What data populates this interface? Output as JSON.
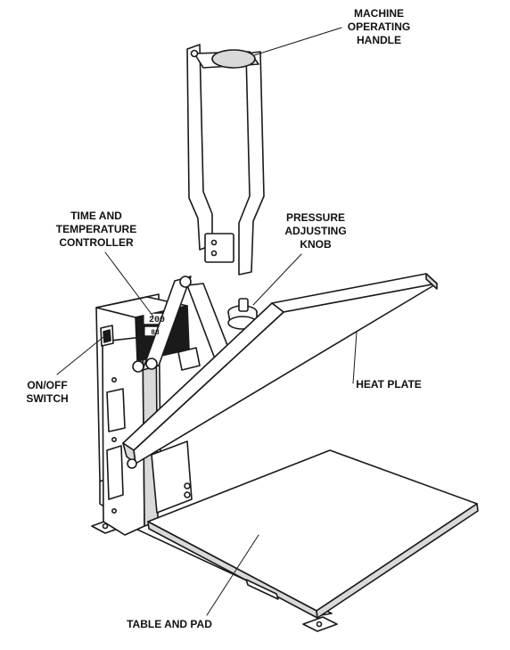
{
  "labels": {
    "machine_handle": [
      "MACHINE",
      "OPERATING",
      "HANDLE"
    ],
    "time_temp_controller": [
      "TIME AND",
      "TEMPERATURE",
      "CONTROLLER"
    ],
    "pressure_knob": [
      "PRESSURE",
      "ADJUSTING",
      "KNOB"
    ],
    "on_off_switch": [
      "ON/OFF",
      "SWITCH"
    ],
    "heat_plate": [
      "HEAT PLATE"
    ],
    "table_and_pad": [
      "TABLE AND PAD"
    ]
  },
  "display": {
    "readout_top": "200",
    "readout_bottom": "88"
  },
  "colors": {
    "line": "#1a1a1a",
    "fill": "#ffffff",
    "shade": "#d9d9d9",
    "controller_panel": "#1a1a1a"
  }
}
